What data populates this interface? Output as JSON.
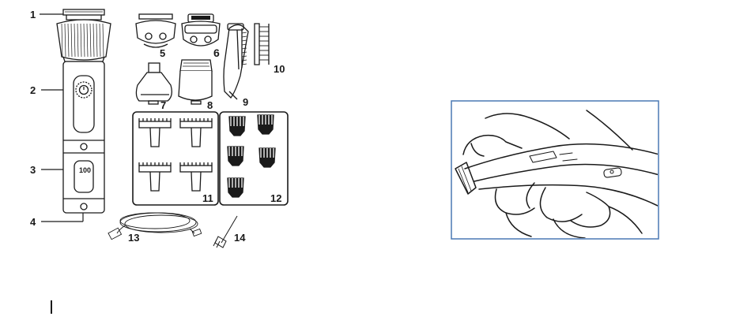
{
  "parts_diagram": {
    "callouts": [
      {
        "id": "1",
        "label": "1"
      },
      {
        "id": "2",
        "label": "2"
      },
      {
        "id": "3",
        "label": "3"
      },
      {
        "id": "4",
        "label": "4"
      },
      {
        "id": "5",
        "label": "5"
      },
      {
        "id": "6",
        "label": "6"
      },
      {
        "id": "7",
        "label": "7"
      },
      {
        "id": "8",
        "label": "8"
      },
      {
        "id": "9",
        "label": "9"
      },
      {
        "id": "10",
        "label": "10"
      },
      {
        "id": "11",
        "label": "11"
      },
      {
        "id": "12",
        "label": "12"
      },
      {
        "id": "13",
        "label": "13"
      },
      {
        "id": "14",
        "label": "14"
      }
    ],
    "display_readout": "100"
  },
  "colors": {
    "line": "#1a1a1a",
    "frame": "#4a78b4"
  }
}
